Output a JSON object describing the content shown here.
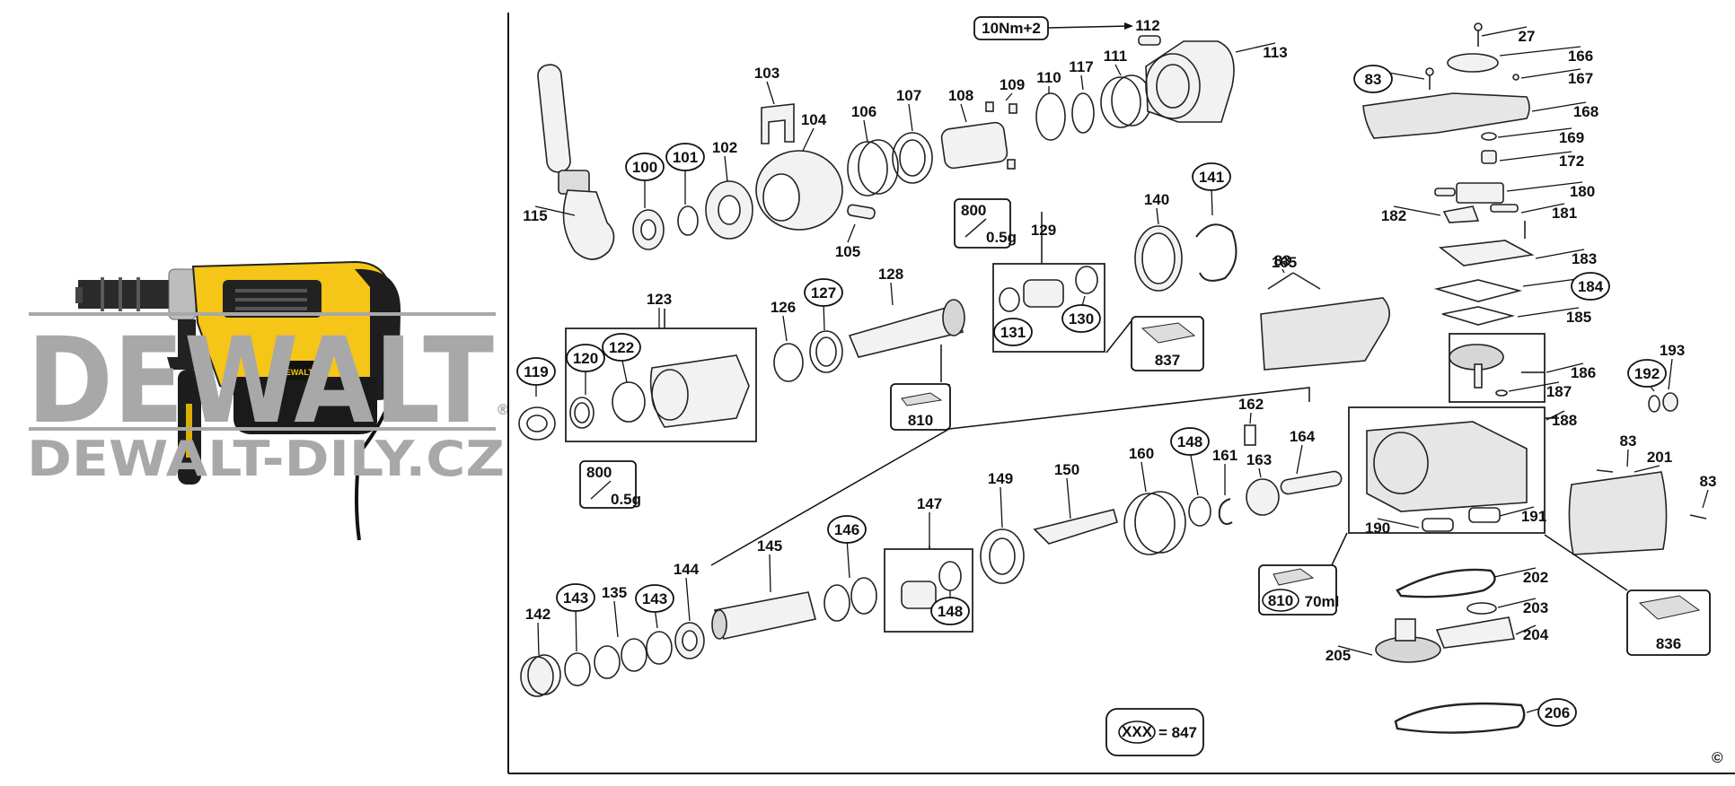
{
  "watermark": {
    "brand": "DEWALT",
    "registered": "®",
    "site": "DEWALT-DILY.CZ"
  },
  "tool_badge": "DEWALT",
  "diagram": {
    "torque_note": "10Nm+2",
    "copyright": "©",
    "legend": {
      "code": "XXX",
      "equals": "= 847"
    },
    "grease_boxes": [
      {
        "id": "grease-129",
        "number": "800",
        "weight": "0.5g"
      },
      {
        "id": "grease-123",
        "number": "800",
        "weight": "0.5g"
      }
    ],
    "service_boxes": [
      {
        "id": "kit-810-a",
        "number": "810",
        "volume": ""
      },
      {
        "id": "kit-837",
        "number": "837",
        "volume": ""
      },
      {
        "id": "kit-810-b",
        "number": "810",
        "volume": "70ml"
      },
      {
        "id": "kit-836",
        "number": "836",
        "volume": ""
      }
    ],
    "parts_labels": [
      "115",
      "100",
      "101",
      "102",
      "103",
      "104",
      "105",
      "106",
      "107",
      "108",
      "109",
      "110",
      "117",
      "111",
      "112",
      "113",
      "27",
      "166",
      "167",
      "83",
      "168",
      "169",
      "172",
      "180",
      "181",
      "182",
      "183",
      "184",
      "185",
      "186",
      "187",
      "192",
      "193",
      "119",
      "123",
      "120",
      "122",
      "126",
      "127",
      "128",
      "129",
      "131",
      "130",
      "140",
      "141",
      "83",
      "165",
      "162",
      "164",
      "160",
      "148",
      "161",
      "163",
      "149",
      "150",
      "147",
      "148",
      "146",
      "145",
      "144",
      "143",
      "135",
      "142",
      "143",
      "188",
      "190",
      "191",
      "83",
      "201",
      "83",
      "202",
      "203",
      "204",
      "205",
      "206"
    ]
  }
}
